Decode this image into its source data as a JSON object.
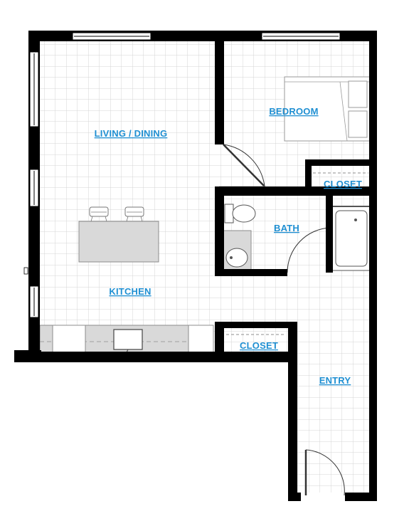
{
  "plan": {
    "title": "",
    "rooms": {
      "living_dining": "LIVING / DINING",
      "bedroom": "BEDROOM",
      "closet_bedroom": "CLOSET",
      "bath": "BATH",
      "kitchen": "KITCHEN",
      "closet_entry": "CLOSET",
      "entry": "ENTRY"
    },
    "colors": {
      "wall": "#000000",
      "grid": "#d4d4d4",
      "fixture_fill": "#d9d9d9",
      "fixture_stroke": "#8c8c8c",
      "label": "#1f8fd2"
    }
  }
}
